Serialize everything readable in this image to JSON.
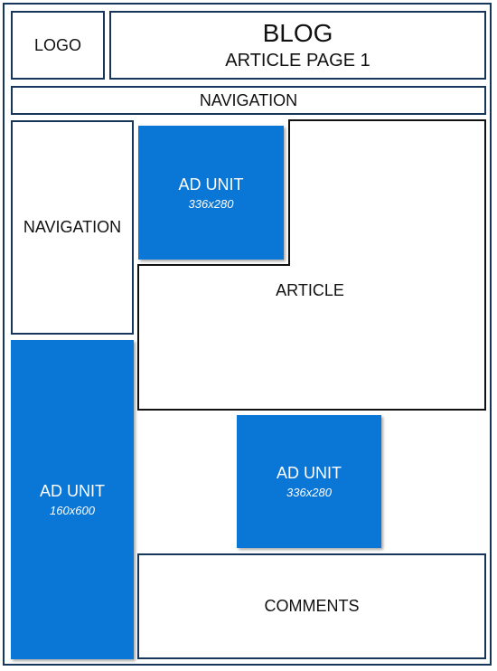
{
  "header": {
    "logo_label": "LOGO",
    "blog_title": "BLOG",
    "blog_subtitle": "ARTICLE PAGE 1"
  },
  "top_navigation": {
    "label": "NAVIGATION"
  },
  "side_navigation": {
    "label": "NAVIGATION"
  },
  "article": {
    "label": "ARTICLE"
  },
  "ads": {
    "top": {
      "label": "AD UNIT",
      "size": "336x280"
    },
    "side": {
      "label": "AD UNIT",
      "size": "160x600"
    },
    "middle": {
      "label": "AD UNIT",
      "size": "336x280"
    }
  },
  "comments": {
    "label": "COMMENTS"
  },
  "colors": {
    "border": "#16365c",
    "ad_fill": "#0a76d6"
  }
}
